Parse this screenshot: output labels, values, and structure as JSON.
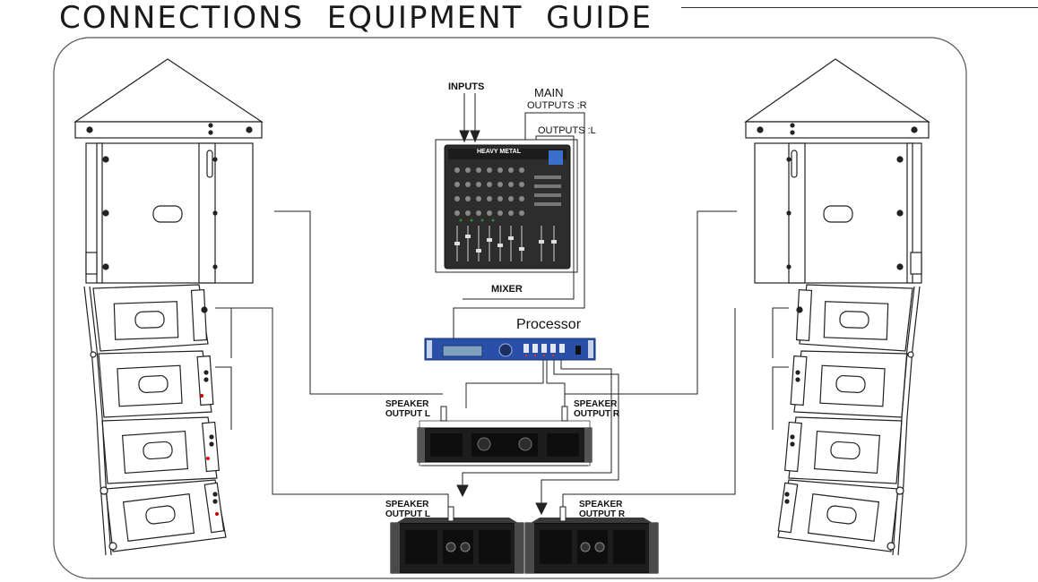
{
  "title": "CONNECTIONS  EQUIPMENT  GUIDE",
  "labels": {
    "inputs": "INPUTS",
    "main": "MAIN",
    "outputs_r": "OUTPUTS :R",
    "outputs_l": "OUTPUTS :L",
    "mixer": "MIXER",
    "processor": "Processor",
    "mixer_brand": "HEAVY METAL",
    "speaker_output_l_1": "SPEAKER\nOUTPUT L",
    "speaker_output_r_1": "SPEAKER\nOUTPUT R",
    "speaker_output_l_2": "SPEAKER\nOUTPUT L",
    "speaker_output_r_2": "SPEAKER\nOUTPUT R"
  },
  "colors": {
    "line": "#222222",
    "processor": "#2a4fa8",
    "amp": "#1b1b1b",
    "mixer": "#2b2b2b",
    "frame": "#666666"
  }
}
